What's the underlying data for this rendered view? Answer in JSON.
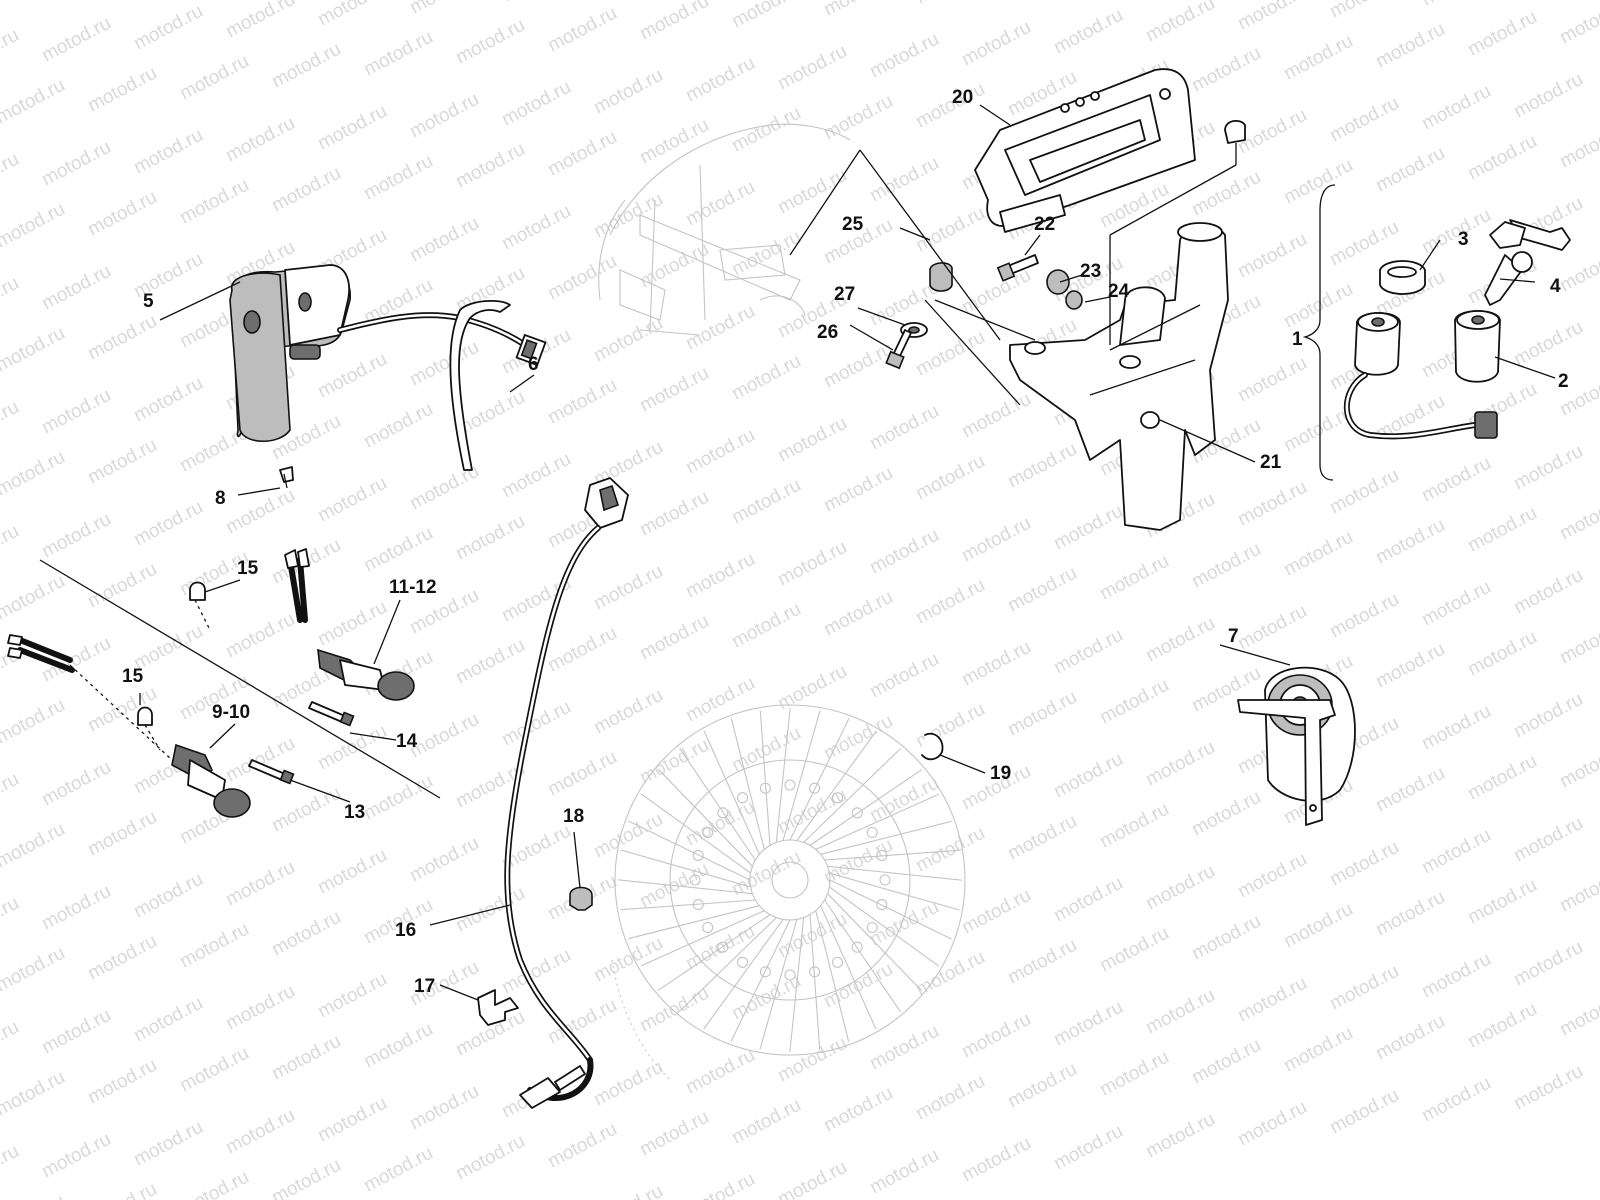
{
  "watermark": {
    "text": "motod.ru"
  },
  "callouts": [
    {
      "id": "c1",
      "label": "1"
    },
    {
      "id": "c2",
      "label": "2"
    },
    {
      "id": "c3",
      "label": "3"
    },
    {
      "id": "c4",
      "label": "4"
    },
    {
      "id": "c5",
      "label": "5"
    },
    {
      "id": "c6",
      "label": "6"
    },
    {
      "id": "c7",
      "label": "7"
    },
    {
      "id": "c8",
      "label": "8"
    },
    {
      "id": "c9",
      "label": "9-10"
    },
    {
      "id": "c11",
      "label": "11-12"
    },
    {
      "id": "c13",
      "label": "13"
    },
    {
      "id": "c14",
      "label": "14"
    },
    {
      "id": "c15a",
      "label": "15"
    },
    {
      "id": "c15b",
      "label": "15"
    },
    {
      "id": "c16",
      "label": "16"
    },
    {
      "id": "c17",
      "label": "17"
    },
    {
      "id": "c18",
      "label": "18"
    },
    {
      "id": "c19",
      "label": "19"
    },
    {
      "id": "c20",
      "label": "20"
    },
    {
      "id": "c21",
      "label": "21"
    },
    {
      "id": "c22",
      "label": "22"
    },
    {
      "id": "c23",
      "label": "23"
    },
    {
      "id": "c24",
      "label": "24"
    },
    {
      "id": "c25",
      "label": "25"
    },
    {
      "id": "c26",
      "label": "26"
    },
    {
      "id": "c27",
      "label": "27"
    }
  ]
}
